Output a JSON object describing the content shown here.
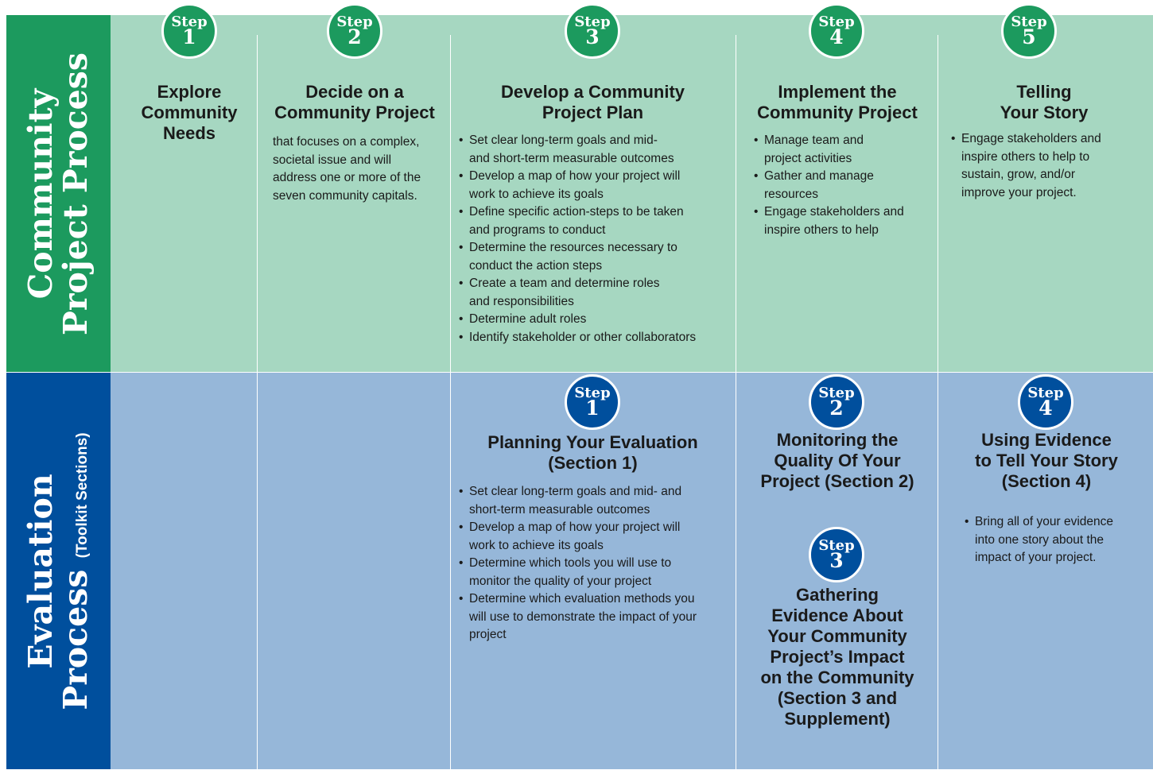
{
  "left_labels": {
    "top": {
      "line1": "Community",
      "line2": "Project Process"
    },
    "bottom": {
      "line1": "Evaluation",
      "line2": "Process",
      "sub": "(Toolkit Sections)"
    }
  },
  "community_steps": [
    {
      "step_word": "Step",
      "number": "1",
      "title": "Explore\nCommunity\nNeeds",
      "text": "",
      "bullets": []
    },
    {
      "step_word": "Step",
      "number": "2",
      "title": "Decide on a\nCommunity Project",
      "text": "that focuses on a complex,\nsocietal issue and will\naddress one or more of the\nseven community capitals.",
      "bullets": []
    },
    {
      "step_word": "Step",
      "number": "3",
      "title": "Develop a Community\nProject Plan",
      "text": "",
      "bullets": [
        "Set clear long-term goals and mid-\nand short-term measurable outcomes",
        "Develop a map of how your project will\nwork to achieve its goals",
        "Define specific action-steps to be taken\nand programs to conduct",
        "Determine the resources necessary to\nconduct the action steps",
        "Create a team and determine roles\nand responsibilities",
        "Determine adult roles",
        "Identify stakeholder or other collaborators"
      ]
    },
    {
      "step_word": "Step",
      "number": "4",
      "title": "Implement the\nCommunity Project",
      "text": "",
      "bullets": [
        "Manage team and\nproject activities",
        "Gather and manage\nresources",
        "Engage stakeholders and\ninspire others to help"
      ]
    },
    {
      "step_word": "Step",
      "number": "5",
      "title": "Telling\nYour Story",
      "text": "",
      "bullets": [
        "Engage stakeholders and\ninspire others to help to\nsustain, grow, and/or\nimprove your project."
      ]
    }
  ],
  "evaluation_steps": [
    {
      "step_word": "Step",
      "number": "1",
      "title": "Planning Your Evaluation\n(Section 1)",
      "bullets": [
        "Set clear long-term goals and mid- and\nshort-term measurable outcomes",
        "Develop a map of how your project will\nwork to achieve its goals",
        "Determine which tools you will use to\nmonitor the quality of your project",
        "Determine which evaluation methods you\nwill use to demonstrate the impact of your\nproject"
      ]
    },
    {
      "step_word": "Step",
      "number": "2",
      "title": "Monitoring the\nQuality Of Your\nProject (Section 2)",
      "bullets": []
    },
    {
      "step_word": "Step",
      "number": "3",
      "title": "Gathering\nEvidence About\nYour Community\nProject’s Impact\non the Community\n(Section 3 and\nSupplement)",
      "bullets": []
    },
    {
      "step_word": "Step",
      "number": "4",
      "title": "Using Evidence\nto Tell Your Story\n(Section 4)",
      "bullets": [
        "Bring all of your evidence\ninto one story about the\nimpact of your project."
      ]
    }
  ],
  "colors": {
    "green": "#1c9a5e",
    "light_green": "#a6d7c1",
    "blue": "#004f9d",
    "light_blue": "#96b7d9"
  }
}
